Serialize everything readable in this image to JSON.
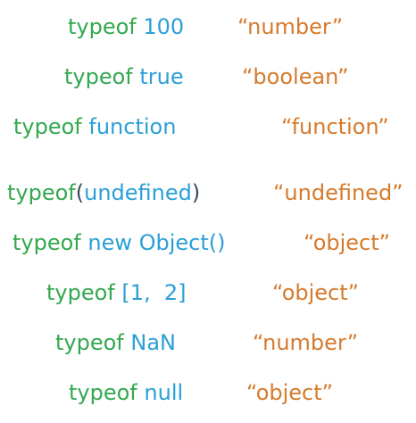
{
  "rows": [
    {
      "keyword": "typeof",
      "value": "100",
      "result": "“number”"
    },
    {
      "keyword": "typeof",
      "value": "true",
      "result": "“boolean”"
    },
    {
      "keyword": "typeof",
      "value": "function",
      "result": "“function”"
    },
    {
      "keyword": "typeof",
      "open": "(",
      "value": "undefined",
      "close": ")",
      "result": "“undefined”"
    },
    {
      "keyword": "typeof",
      "value": "new Object()",
      "result": "“object”"
    },
    {
      "keyword": "typeof",
      "value": "[1,  2]",
      "result": "“object”"
    },
    {
      "keyword": "typeof",
      "value": "NaN",
      "result": "“number”"
    },
    {
      "keyword": "typeof",
      "value": "null",
      "result": "“object”"
    }
  ]
}
